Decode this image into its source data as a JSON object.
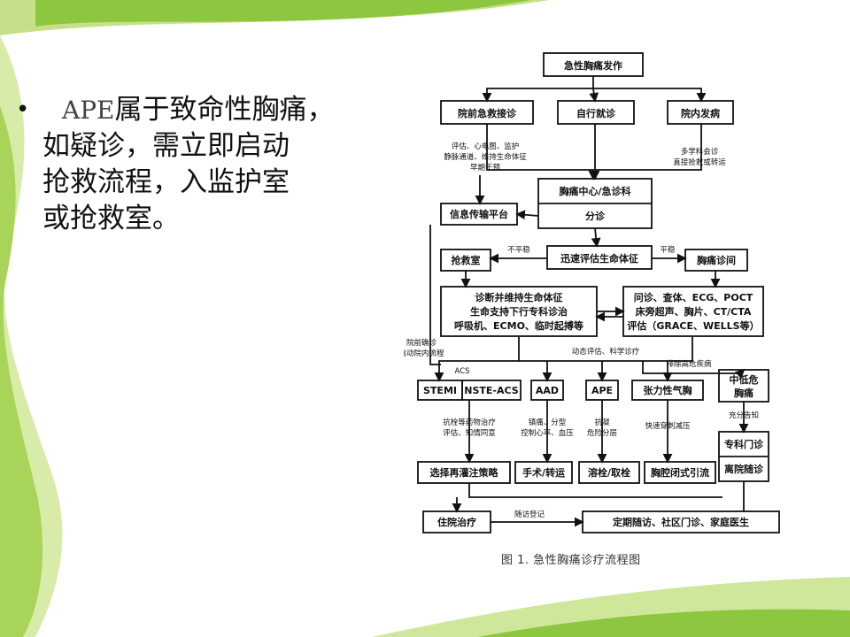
{
  "slide": {
    "bullet_lead": "APE",
    "bullet_rest": "属于致命性胸痛，",
    "bullet_lines": [
      "如疑诊，需立即启动",
      "抢救流程，入监护室",
      "或抢救室。"
    ]
  },
  "flowchart": {
    "top": "急性胸痛发作",
    "pre_hospital": "院前急救接诊",
    "self_visit": "自行就诊",
    "in_hospital": "院内发病",
    "pre_hospital_note": [
      "评估、心电图、监护",
      "静脉通道、维持生命体征",
      "早期干预"
    ],
    "in_hospital_note": [
      "多学科会诊",
      "直接抢救或转运"
    ],
    "center": "胸痛中心/急诊科",
    "triage": "分诊",
    "info_platform": "信息传输平台",
    "unstable_label": "不平稳",
    "stable_label": "平稳",
    "rapid_eval": "迅速评估生命体征",
    "rescue_room": "抢救室",
    "clinic": "胸痛诊间",
    "stabilize": [
      "诊断并维持生命体征",
      "生命支持下行专科诊治",
      "呼吸机、ECMO、临时起搏等"
    ],
    "exams": [
      "问诊、查体、ECG、POCT",
      "床旁超声、胸片、CT/CTA",
      "评估（GRACE、WELLS等）"
    ],
    "side_note": [
      "院前确诊",
      "启动院内流程"
    ],
    "dynamic": "动态评估、科学诊疗",
    "exclude": "排除高危疾病",
    "acs": "ACS",
    "stemi": "STEMI",
    "nste": "NSTE-ACS",
    "aad": "AAD",
    "ape": "APE",
    "ptx": "张力性气胸",
    "low_risk": [
      "中低危",
      "胸痛"
    ],
    "acs_note": [
      "抗栓等药物治疗",
      "评估、知情同意"
    ],
    "aad_note": [
      "镇痛、分型",
      "控制心率、血压"
    ],
    "ape_note": [
      "抗凝",
      "危险分层"
    ],
    "ptx_note": "快速穿刺减压",
    "low_note": "充分告知",
    "specialist": [
      "专科门诊",
      "离院随诊"
    ],
    "reperf": "选择再灌注策略",
    "surgery": "手术/转运",
    "thrombo": "溶栓/取栓",
    "drain": "胸腔闭式引流",
    "hospital": "住院治疗",
    "follow_reg": "随访登记",
    "followup": "定期随访、社区门诊、家庭医生"
  },
  "caption": "图 1. 急性胸痛诊疗流程图",
  "colors": {
    "accent": "#8dc63f",
    "light": "#d4e9a2"
  }
}
